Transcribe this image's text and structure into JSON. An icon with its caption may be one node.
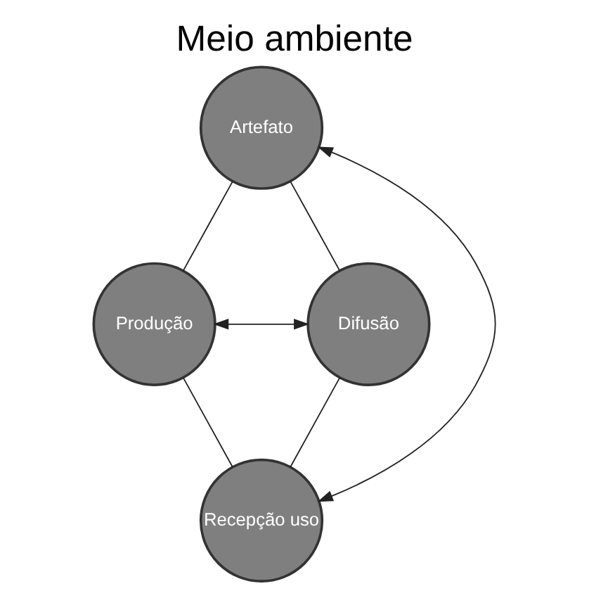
{
  "diagram": {
    "title": "Meio ambiente",
    "nodes": [
      {
        "text": [
          "Artefato"
        ]
      },
      {
        "text": [
          "Produção"
        ]
      },
      {
        "text": [
          "Difusão"
        ]
      },
      {
        "text": [
          "Recepção uso"
        ]
      }
    ],
    "edges": [
      {
        "from": 0,
        "to": 1,
        "arrow": "none"
      },
      {
        "from": 0,
        "to": 2,
        "arrow": "none"
      },
      {
        "from": 1,
        "to": 3,
        "arrow": "none"
      },
      {
        "from": 2,
        "to": 3,
        "arrow": "none"
      },
      {
        "from": 0,
        "to": 3,
        "arrow": "both"
      },
      {
        "from": 1,
        "to": 2,
        "arrow": "both"
      }
    ]
  }
}
